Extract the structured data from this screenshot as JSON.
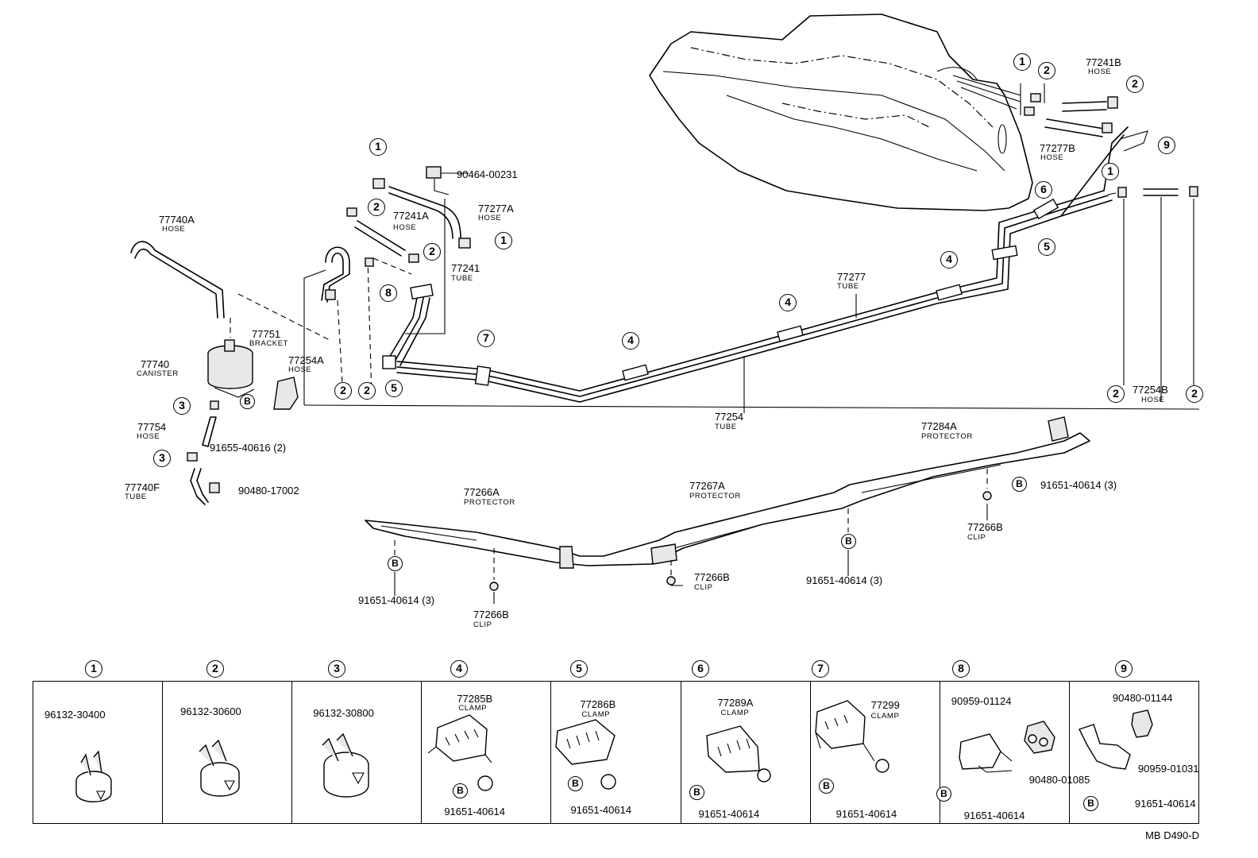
{
  "labels": {
    "l77740A": "77740A",
    "l77740A_sub": "HOSE",
    "l77740": "77740",
    "l77740_sub": "CANISTER",
    "l77751": "77751",
    "l77751_sub": "BRACKET",
    "l77254A": "77254A",
    "l77254A_sub": "HOSE",
    "l77754": "77754",
    "l77754_sub": "HOSE",
    "l91655": "91655-40616 (2)",
    "l77740F": "77740F",
    "l77740F_sub": "TUBE",
    "l90480_17002": "90480-17002",
    "l90464": "90464-00231",
    "l77277A": "77277A",
    "l77277A_sub": "HOSE",
    "l77241A": "77241A",
    "l77241A_sub": "HOSE",
    "l77241": "77241",
    "l77241_sub": "TUBE",
    "l77277": "77277",
    "l77277_sub": "TUBE",
    "l77254": "77254",
    "l77254_sub": "TUBE",
    "l77241B": "77241B",
    "l77241B_sub": "HOSE",
    "l77277B": "77277B",
    "l77277B_sub": "HOSE",
    "l77254B": "77254B",
    "l77254B_sub": "HOSE",
    "l77284A": "77284A",
    "l77284A_sub": "PROTECTOR",
    "l77267A": "77267A",
    "l77267A_sub": "PROTECTOR",
    "l77266A": "77266A",
    "l77266A_sub": "PROTECTOR",
    "l77266B_a": "77266B",
    "l77266B_a_sub": "CLIP",
    "l77266B_b": "77266B",
    "l77266B_b_sub": "CLIP",
    "l77266B_c": "77266B",
    "l77266B_c_sub": "CLIP",
    "l91651_a": "91651-40614 (3)",
    "l91651_b": "91651-40614 (3)",
    "l91651_c": "91651-40614 (3)"
  },
  "callouts": {
    "one": "1",
    "two": "2",
    "three": "3",
    "four": "4",
    "five": "5",
    "six": "6",
    "seven": "7",
    "eight": "8",
    "nine": "9",
    "bolt": "B"
  },
  "legend": [
    {
      "num": "1",
      "parts": [
        "96132-30400"
      ]
    },
    {
      "num": "2",
      "parts": [
        "96132-30600"
      ]
    },
    {
      "num": "3",
      "parts": [
        "96132-30800"
      ]
    },
    {
      "num": "4",
      "parts": [
        "77285B",
        "CLAMP",
        "91651-40614"
      ]
    },
    {
      "num": "5",
      "parts": [
        "77286B",
        "CLAMP",
        "91651-40614"
      ]
    },
    {
      "num": "6",
      "parts": [
        "77289A",
        "CLAMP",
        "91651-40614"
      ]
    },
    {
      "num": "7",
      "parts": [
        "77299",
        "CLAMP",
        "91651-40614"
      ]
    },
    {
      "num": "8",
      "parts": [
        "90959-01124",
        "90480-01085",
        "91651-40614"
      ]
    },
    {
      "num": "9",
      "parts": [
        "90480-01144",
        "90959-01031",
        "91651-40614"
      ]
    }
  ],
  "drawing_code": "MB D490-D"
}
